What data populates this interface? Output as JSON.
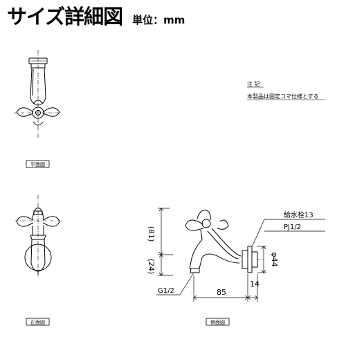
{
  "header": {
    "title": "サイズ詳細図",
    "unit": "単位：mm"
  },
  "notes": {
    "heading": "注 記",
    "body": "本製品は固定コマ仕様とする"
  },
  "views": {
    "plan": "平面図",
    "front": "正面図",
    "side": "側面図"
  },
  "callouts": {
    "hose_tap": "給水栓13",
    "pipe_thread": "PJ1/2",
    "spout_thread": "G1/2",
    "diameter": "φ44"
  },
  "dimensions": {
    "upper_height": "(81)",
    "lower_height": "(24)",
    "projection": "85",
    "flange": "14"
  }
}
